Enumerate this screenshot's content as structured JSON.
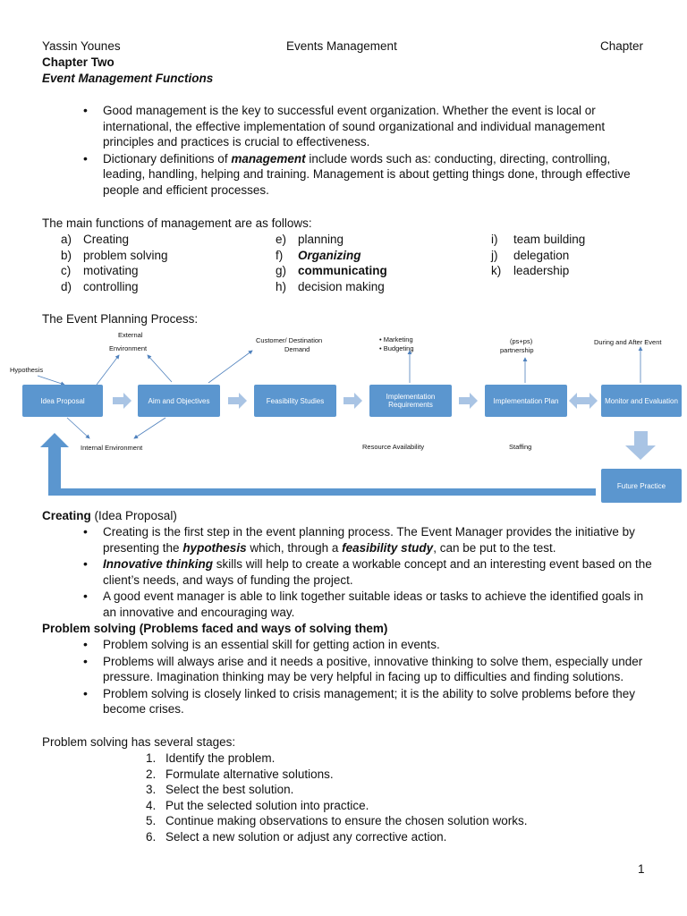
{
  "header": {
    "author": "Yassin Younes",
    "course": "Events Management",
    "chapter_right": "Chapter"
  },
  "chapter_title": "Chapter Two",
  "chapter_subtitle": "Event Management Functions",
  "intro_bullets": {
    "b1": "Good management is the key to successful event organization. Whether the event is local or international, the effective implementation of sound organizational and individual management principles and practices is crucial to effectiveness.",
    "b2_pre": "Dictionary definitions of ",
    "b2_em": "management",
    "b2_post": " include words such as: conducting, directing, controlling, leading, handling, helping and training. Management is about getting things done, through effective people and efficient processes."
  },
  "functions": {
    "heading": "The main functions of management are as follows:",
    "col1": [
      {
        "letter": "a)",
        "text": "Creating"
      },
      {
        "letter": "b)",
        "text": "problem solving"
      },
      {
        "letter": "c)",
        "text": "motivating"
      },
      {
        "letter": "d)",
        "text": "controlling"
      }
    ],
    "col2": [
      {
        "letter": "e)",
        "text": "planning"
      },
      {
        "letter": "f)",
        "text": "Organizing"
      },
      {
        "letter": "g)",
        "text": "communicating"
      },
      {
        "letter": "h)",
        "text": "decision making"
      }
    ],
    "col3": [
      {
        "letter": "i)",
        "text": "team building"
      },
      {
        "letter": "j)",
        "text": "delegation"
      },
      {
        "letter": "k)",
        "text": "leadership"
      }
    ]
  },
  "planning_heading": "The Event Planning Process:",
  "diagram": {
    "nodes": {
      "idea": "Idea Proposal",
      "aim": "Aim and Objectives",
      "feasibility": "Feasibility Studies",
      "impl_req": "Implementation Requirements",
      "impl_plan": "Implementation Plan",
      "monitor": "Monitor and Evaluation",
      "future": "Future Practice"
    },
    "labels": {
      "hypothesis": "Hypothesis",
      "external_1": "External",
      "external_2": "Environment",
      "customer_1": "Customer/ Destination",
      "customer_2": "Demand",
      "marketing": "Marketing",
      "budgeting": "Budgeting",
      "ps_1": "(ps+ps)",
      "ps_2": "partnership",
      "during_after": "During and After Event",
      "internal": "Internal Environment",
      "resource": "Resource Availability",
      "staffing": "Staffing"
    },
    "colors": {
      "node": "#5b96cf",
      "arrow": "#a9c4e4",
      "line": "#4f81bd"
    }
  },
  "creating": {
    "heading": "Creating",
    "heading_rest": " (Idea Proposal)",
    "b1_a": "Creating is the first step in the event planning process. The Event Manager provides the initiative by presenting the ",
    "b1_em1": "hypothesis",
    "b1_b": " which, through a ",
    "b1_em2": "feasibility study",
    "b1_c": ", can be put to the test.",
    "b2_em": "Innovative thinking",
    "b2_rest": " skills will help to create a workable concept and an interesting event based on the client’s needs, and ways of funding the project.",
    "b3": "A good event manager is able to link together suitable ideas or tasks to achieve the identified goals in an innovative and encouraging way."
  },
  "problem": {
    "heading": "Problem solving (Problems faced and ways of solving them)",
    "b1": "Problem solving is an essential skill for getting action in events.",
    "b2": "Problems will always arise and it needs a positive, innovative thinking to solve them, especially under pressure. Imagination thinking may be very helpful in facing up to difficulties and finding solutions.",
    "b3": "Problem solving is closely linked to crisis management; it is the ability to solve problems before they become crises.",
    "stages_heading": "Problem solving has several stages:",
    "stages": [
      {
        "n": "1.",
        "text": "Identify the problem."
      },
      {
        "n": "2.",
        "text": "Formulate alternative solutions."
      },
      {
        "n": "3.",
        "text": "Select the best solution."
      },
      {
        "n": "4.",
        "text": "Put the selected solution into practice."
      },
      {
        "n": "5.",
        "text": "Continue making observations to ensure the chosen solution works."
      },
      {
        "n": "6.",
        "text": "Select a new solution or adjust any corrective action."
      }
    ]
  },
  "page_number": "1"
}
